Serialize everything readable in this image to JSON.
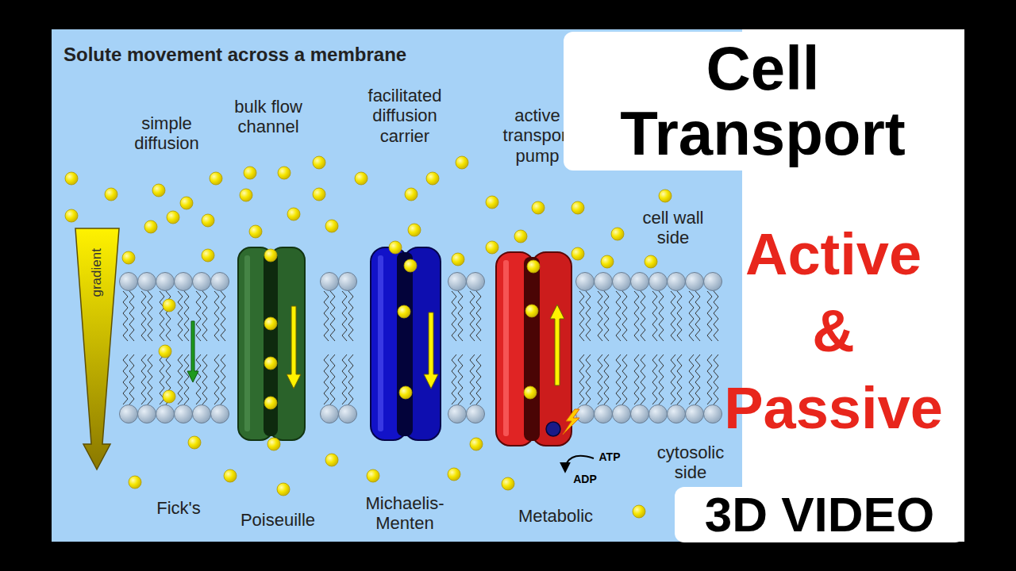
{
  "diagram": {
    "title": "Solute movement across a membrane",
    "nodes": [
      {
        "text": [
          "Cell Transport"
        ]
      },
      {
        "text": [
          "3D VIDEO"
        ]
      }
    ],
    "labels": [
      "simple diffusion",
      "bulk flow channel",
      "facilitated diffusion carrier",
      "active transport pump",
      "cell wall side",
      "gradient",
      "ATP",
      "ADP",
      "cytosolic side",
      "Fick's",
      "Poiseuille",
      "Michaelis-Menten",
      "Metabolic",
      "Active & Passive"
    ]
  }
}
